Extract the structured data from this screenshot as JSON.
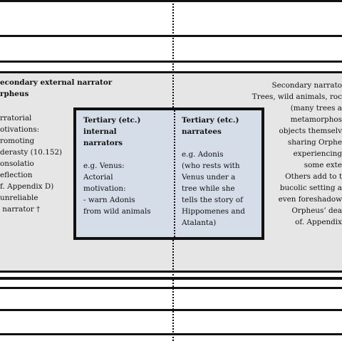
{
  "diagram": {
    "left_outer": {
      "heading": "econdary external narrator\nrpheus",
      "body": "rratorial\notivations:\nromoting\nderasty (10.152)\nonsolatio\neflection\nf. Appendix D)\nunreliable\n narrator †"
    },
    "right_outer": {
      "text": "Secondary narrato\nTrees, wild animals, roc\n(many trees a\nmetamorphos\nobjects themselv\nsharing Orphe\nexperiencing\nsome exte\nOthers add to t\nbucolic setting a\neven foreshadow\nOrpheus’ dea\nof. Appendix"
    },
    "inner_left": {
      "heading": "Tertiary (etc.)\ninternal\nnarrators",
      "body": "e.g. Venus:\nActorial\nmotivation:\n- warn Adonis\nfrom wild animals"
    },
    "inner_right": {
      "heading": "Tertiary (etc.)\nnarratees",
      "body": "e.g. Adonis\n(who rests with\nVenus under a\ntree while she\ntells the story of\nHippomenes and\nAtalanta)"
    }
  },
  "colors": {
    "panel_gray": "#e6e6e6",
    "inner_blue": "#d4dde8",
    "rule_black": "#111111"
  }
}
